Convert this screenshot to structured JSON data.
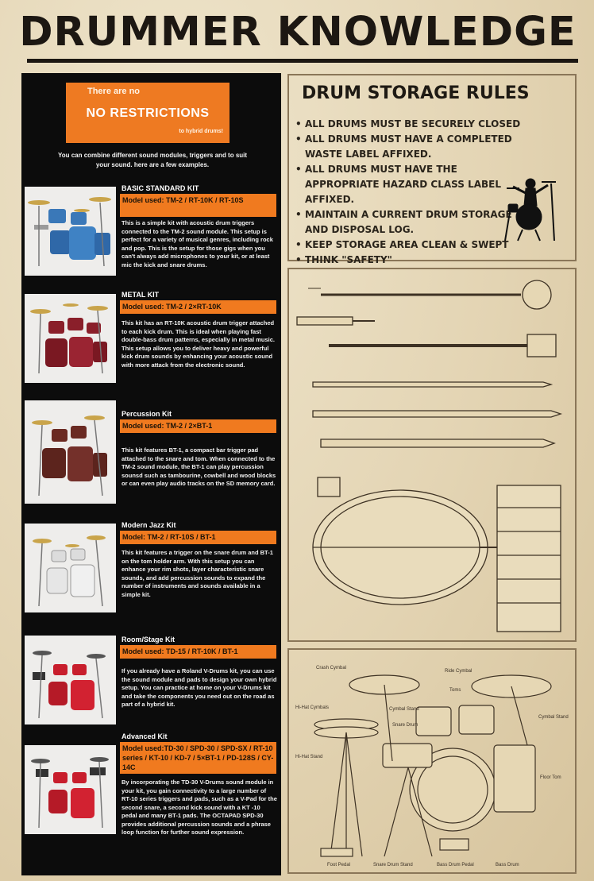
{
  "title": "DRUMMER KNOWLEDGE",
  "promo": {
    "line1": "There are no",
    "headline": "NO RESTRICTIONS",
    "line2": "to hybrid drums!"
  },
  "intro": "You can combine different sound modules, triggers and to suit your sound. here are a few examples.",
  "kits": [
    {
      "name": "BASIC STANDARD KIT",
      "model": "Model used: TM-2 / RT-10K / RT-10S",
      "description": "This is a simple kit with acoustic drum triggers connected to the TM-2 sound module. This setup is perfect for a variety of musical genres, including rock and pop. This is the setup for those gigs when you can't always add microphones to your kit, or at least mic the kick and snare drums."
    },
    {
      "name": "METAL KIT",
      "model": "Model used: TM-2 / 2×RT-10K",
      "description": "This kit has an RT-10K acoustic drum trigger attached to each kick drum. This is ideal when playing fast double-bass drum patterns, especially in metal music. This setup allows you to deliver heavy and powerful kick drum sounds by enhancing your acoustic sound with more attack from the electronic sound."
    },
    {
      "name": "Percussion Kit",
      "model": "Model used: TM-2 / 2×BT-1",
      "description": "This kit features BT-1, a compact bar trigger pad attached to the snare and tom. When connected to the TM-2 sound module, the BT-1 can play percussion sounsd such as tambourine, cowbell and wood blocks or can even play audio tracks on the SD memory card."
    },
    {
      "name": "Modern Jazz Kit",
      "model": "Model: TM-2 / RT-10S / BT-1",
      "description": "This kit features a trigger on the snare drum and BT-1 on the tom holder arm. With this setup you can enhance your rim shots, layer characteristic snare sounds, and add percussion sounds to expand the number of instruments and sounds available in a simple kit."
    },
    {
      "name": "Room/Stage Kit",
      "model": "Model used: TD-15 / RT-10K / BT-1",
      "description": "If you already have a Roland V-Drums kit, you can use the sound module and pads to design your own hybrid setup. You can practice at home on your V-Drums kit and take the components you need out on the road as part of a hybrid kit."
    },
    {
      "name": "Advanced Kit",
      "model": "Model used:TD-30 / SPD-30 / SPD-SX / RT-10 series / KT-10 / KD-7 / 5×BT-1 / PD-128S / CY-14C",
      "description": "By incorporating the TD-30 V-Drums sound module in your kit, you gain connectivity to a large number of RT-10 series triggers and pads, such as a V-Pad for the second snare, a second kick sound with a KT -10 pedal and many BT-1 pads. The OCTAPAD SPD-30 provides additional percussion sounds and a phrase loop function for further sound expression."
    }
  ],
  "storage": {
    "title": "DRUM STORAGE RULES",
    "rules": [
      "ALL DRUMS MUST BE SECURELY CLOSED",
      "ALL DRUMS MUST HAVE A COMPLETED WASTE LABEL AFFIXED.",
      "ALL DRUMS MUST HAVE THE APPROPRIATE HAZARD CLASS LABEL AFFIXED.",
      "MAINTAIN A CURRENT DRUM STORAGE AND DISPOSAL LOG.",
      "KEEP STORAGE AREA CLEAN & SWEPT",
      "THINK \"SAFETY\""
    ]
  },
  "anatomy_labels": {
    "crash": "Crash Cymbal",
    "ride": "Ride Cymbal",
    "tom": "Toms",
    "hihat": "Hi-Hat Cymbals",
    "cymbal_stand_l": "Cymbal Stand",
    "cymbal_stand_r": "Cymbal Stand",
    "snare": "Snare Drum",
    "hihat_stand": "Hi-Hat Stand",
    "floor_tom": "Floor Tom",
    "foot_pedal": "Foot Pedal",
    "snare_stand": "Snare Drum Stand",
    "bass_pedal": "Bass Drum Pedal",
    "bass_drum": "Bass Drum"
  }
}
